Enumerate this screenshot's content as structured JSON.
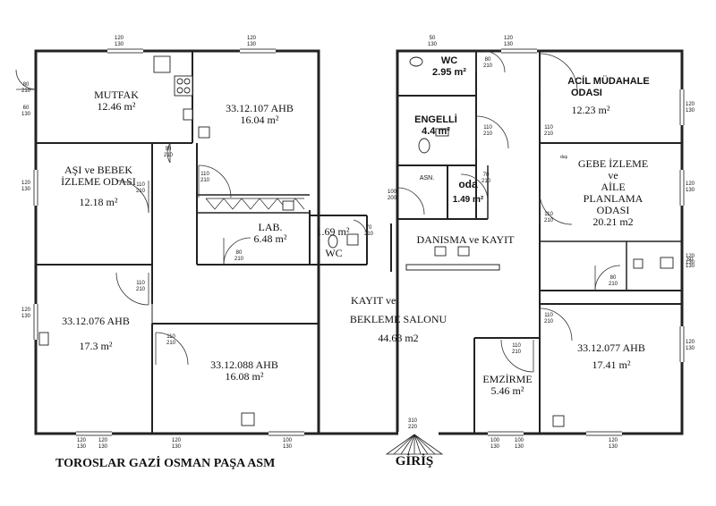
{
  "title": "TOROSLAR GAZİ OSMAN PAŞA  ASM",
  "entrance": "GİRİŞ",
  "rooms": {
    "mutfak": {
      "name": "MUTFAK",
      "area": "12.46 m²"
    },
    "ahb107": {
      "name": "33.12.107 AHB",
      "area": "16.04 m²"
    },
    "asi": {
      "name1": "AŞI ve BEBEK",
      "name2": "İZLEME ODASI",
      "area": "12.18 m²"
    },
    "lab": {
      "name": "LAB.",
      "area": "6.48 m²"
    },
    "wc_small": {
      "area": "1.69 m²",
      "name": "WC"
    },
    "wc_top": {
      "name": "WC",
      "area": "2.95 m²"
    },
    "engelli": {
      "name": "ENGELLİ",
      "area": "4.4 m²"
    },
    "asn": {
      "name": "ASN."
    },
    "oda": {
      "name": "oda",
      "area": "1.49 m²"
    },
    "acil": {
      "name1": "ACİL MÜDAHALE",
      "name2": "ODASI",
      "area": "12.23 m²"
    },
    "gebe": {
      "name1": "GEBE  İZLEME",
      "name2": "ve",
      "name3": "AİLE",
      "name4": "PLANLAMA",
      "name5": "ODASI",
      "area": "20.21 m2"
    },
    "danisma": {
      "name": "DANISMA ve KAYIT"
    },
    "kayit": {
      "name1": "KAYIT ve",
      "name2": "BEKLEME SALONU",
      "area": "44.63 m2"
    },
    "ahb076": {
      "name": "33.12.076 AHB",
      "area": "17.3 m²"
    },
    "ahb088": {
      "name": "33.12.088 AHB",
      "area": "16.08 m²"
    },
    "emzirme": {
      "name": "EMZİRME",
      "area": "5.46 m²"
    },
    "ahb077": {
      "name": "33.12.077 AHB",
      "area": "17.41 m²"
    },
    "dus": {
      "name": "duş"
    }
  },
  "dims": {
    "d1": [
      "120",
      "130"
    ],
    "d2": [
      "80",
      "210"
    ],
    "d3": [
      "60",
      "130"
    ],
    "d4": [
      "120",
      "130"
    ],
    "d5": [
      "90",
      "210"
    ],
    "d6": [
      "110",
      "210"
    ],
    "d7": [
      "120",
      "130"
    ],
    "d8": [
      "110",
      "210"
    ],
    "d9": [
      "120",
      "130"
    ],
    "d10": [
      "80",
      "210"
    ],
    "d11": [
      "110",
      "210"
    ],
    "d12": [
      "110",
      "210"
    ],
    "d13": [
      "120",
      "130"
    ],
    "d14": [
      "50",
      "130"
    ],
    "d15": [
      "80",
      "210"
    ],
    "d16": [
      "120",
      "130"
    ],
    "d17": [
      "110",
      "210"
    ],
    "d18": [
      "100",
      "200"
    ],
    "d19": [
      "70",
      "210"
    ],
    "d20": [
      "70",
      "210"
    ],
    "d21": [
      "120",
      "130"
    ],
    "d22": [
      "110",
      "210"
    ],
    "d23": [
      "120",
      "130"
    ],
    "d24": [
      "110",
      "210"
    ],
    "d25": [
      "120",
      "130"
    ],
    "d26": [
      "50",
      "130"
    ],
    "d27": [
      "80",
      "210"
    ],
    "d28": [
      "110",
      "210"
    ],
    "d29": [
      "120",
      "130"
    ],
    "d30": [
      "110",
      "210"
    ],
    "d31": [
      "120",
      "130"
    ],
    "d32": [
      "100",
      "130"
    ],
    "d33": [
      "120",
      "130"
    ],
    "d34": [
      "100",
      "130"
    ],
    "d35": [
      "310",
      "220"
    ],
    "d36": [
      "100",
      "130"
    ],
    "d37": [
      "120",
      "130"
    ]
  }
}
